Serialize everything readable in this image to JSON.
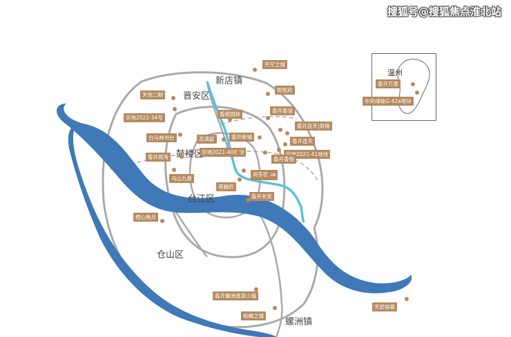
{
  "watermark": "搜狐号@搜狐焦点淮北站",
  "districts": {
    "xindian": "新店镇",
    "jinan": "晋安区",
    "gulou": "鼓楼区",
    "taijiang": "台江区",
    "cangshan": "仓山区",
    "luozhou": "螺洲镇"
  },
  "labels": {
    "tiankong": "天空之城",
    "panyue": "熙悦府",
    "tianyue": "天悦二期",
    "zongdi34": "宗地2021-34号",
    "xiangyu": "香俯园林",
    "xiangkai_xiangyuan": "香开香谊",
    "xiangkai_liantian_shuang": "香开连天|双禧",
    "xiangkai_xincheng": "香开新城",
    "xiangkai_liantian": "香开连天",
    "baima": "白马林书台",
    "huaman": "花满庭",
    "zongdi40": "宗地2021-40地块",
    "xiangkai_guanhai": "香开观海",
    "zongdi41": "宗地2021-41地块",
    "xiangkai_xiangyue": "香开香悦",
    "mashan": "马山九巷",
    "shangdong": "尚东区",
    "shangdong_small": "2期",
    "shoufu": "首融府",
    "xiangkai_changan": "香开长安",
    "qixin": "栖心映月",
    "luozhou_project": "香开螺洲温泉小镇",
    "tongyuan": "栢櫞之城",
    "tianjiao": "天骄丽著"
  },
  "inset": {
    "city": "温州",
    "project1": "香开万里",
    "project2": "中央绿轴G-42a地块"
  },
  "colors": {
    "river": "#3f79b8",
    "metro": "#5bc0de",
    "ring": "#a9a9a9",
    "tag": "#b58a5e"
  }
}
